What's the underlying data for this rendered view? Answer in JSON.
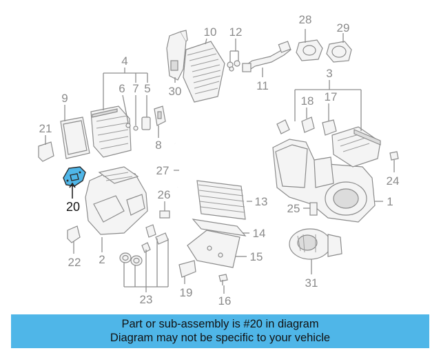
{
  "banner": {
    "line1": "Part or sub-assembly is #20 in diagram",
    "line2": "Diagram may not be specific to your vehicle",
    "color": "#4fb6e8"
  },
  "highlight": {
    "part": "20",
    "color": "#4fb6e8"
  },
  "callouts": [
    "1",
    "2",
    "3",
    "4",
    "5",
    "6",
    "7",
    "8",
    "9",
    "10",
    "11",
    "12",
    "13",
    "14",
    "15",
    "16",
    "17",
    "18",
    "19",
    "20",
    "21",
    "22",
    "23",
    "24",
    "25",
    "26",
    "27",
    "28",
    "29",
    "30",
    "31"
  ]
}
